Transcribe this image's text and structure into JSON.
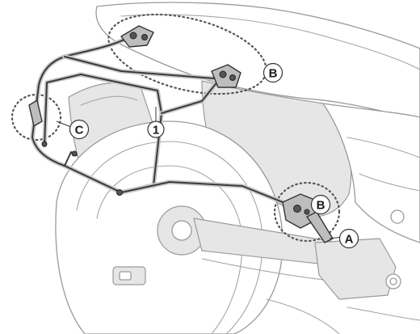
{
  "diagram": {
    "callouts": {
      "part_1": "1",
      "b_upper": "B",
      "b_lower": "B",
      "c": "C",
      "a": "A"
    },
    "colors": {
      "frame_stroke": "#3a3a3a",
      "frame_fill": "#c9c9c9",
      "bike_stroke": "#9a9a9a",
      "bike_shade": "#e6e6e6",
      "dotted_ring": "#555555"
    }
  }
}
